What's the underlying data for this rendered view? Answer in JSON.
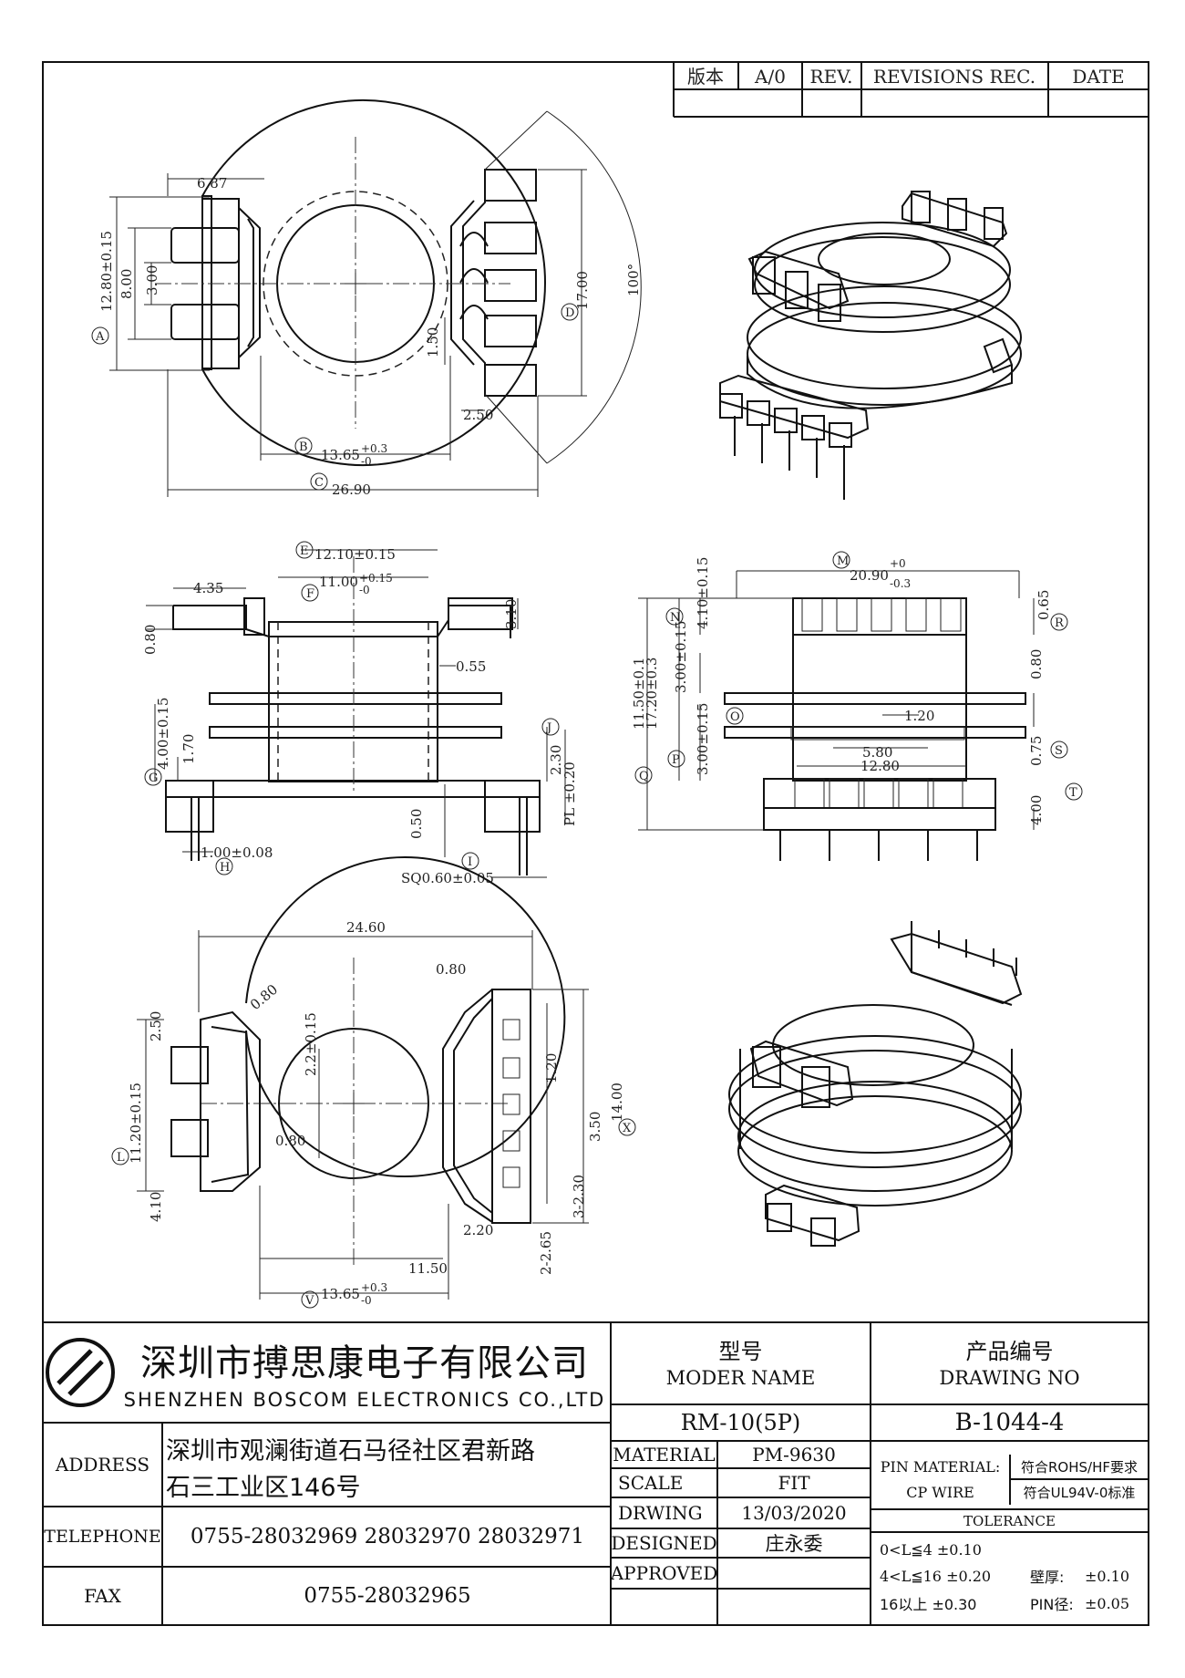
{
  "revision_table": {
    "version_label": "版本",
    "version_value": "A/0",
    "rev_label": "REV.",
    "revisions_label": "REVISIONS REC.",
    "date_label": "DATE"
  },
  "views": {
    "top": {
      "dims": [
        "6.87",
        "12.80±0.15",
        "8.00",
        "3.00",
        "1.50",
        "17.00",
        "100°",
        "2.50",
        "13.65",
        "+0.3",
        "-0",
        "26.90"
      ],
      "markers": [
        "A",
        "B",
        "C",
        "D"
      ]
    },
    "front": {
      "dims": [
        "12.10±0.15",
        "11.00",
        "+0.15",
        "-0",
        "4.35",
        "0.80",
        "3.10",
        "0.55",
        "4.00±0.15",
        "1.70",
        "2.30",
        "PL ±0.20",
        "0.50",
        "1.00±0.08",
        "SQ0.60±0.05"
      ],
      "markers": [
        "E",
        "F",
        "G",
        "H",
        "I",
        "J"
      ]
    },
    "side": {
      "dims": [
        "20.90",
        "+0",
        "-0.3",
        "4.10±0.15",
        "3.00±0.15",
        "3.00±0.15",
        "0.65",
        "0.80",
        "1.20",
        "5.80",
        "12.80",
        "0.75",
        "17.20±0.3",
        "11.50±0.1",
        "4.00"
      ],
      "markers": [
        "M",
        "N",
        "O",
        "P",
        "Q",
        "R",
        "S",
        "T"
      ]
    },
    "bottom": {
      "dims": [
        "24.60",
        "0.80",
        "0.80",
        "2.50",
        "2.2±0.15",
        "11.20±0.15",
        "1.20",
        "3.50",
        "14.00",
        "0.80",
        "4.10",
        "3-2.30",
        "2.20",
        "2-2.65",
        "11.50",
        "13.65",
        "+0.3",
        "-0"
      ],
      "markers": [
        "L",
        "V",
        "X"
      ]
    }
  },
  "title_block": {
    "company_cn": "深圳市搏思康电子有限公司",
    "company_en": "SHENZHEN BOSCOM ELECTRONICS CO.,LTD",
    "model_label_cn": "型号",
    "model_label_en": "MODER NAME",
    "model_value": "RM-10(5P)",
    "drawing_label_cn": "产品编号",
    "drawing_label_en": "DRAWING NO",
    "drawing_value": "B-1044-4",
    "address_label": "ADDRESS",
    "address_line1": "深圳市观澜街道石马径社区君新路",
    "address_line2": "石三工业区146号",
    "telephone_label": "TELEPHONE",
    "telephone_value": "0755-28032969 28032970 28032971",
    "fax_label": "FAX",
    "fax_value": "0755-28032965",
    "material_label": "MATERIAL",
    "material_value": "PM-9630",
    "scale_label": "SCALE",
    "scale_value": "FIT",
    "drwing_label": "DRWING",
    "drwing_value": "13/03/2020",
    "designed_label": "DESIGNED",
    "designed_value": "庄永委",
    "approved_label": "APPROVED",
    "approved_value": "",
    "pin_material_label": "PIN MATERIAL:",
    "pin_material_value": "CP WIRE",
    "spec1": "符合ROHS/HF要求",
    "spec2": "符合UL94V-0标准",
    "tolerance_label": "TOLERANCE",
    "tol1": "0<L≦4 ±0.10",
    "tol2": "4<L≦16 ±0.20",
    "tol3": "16以上 ±0.30",
    "wall_label": "壁厚:",
    "wall_value": "±0.10",
    "pin_dia_label": "PIN径:",
    "pin_dia_value": "±0.05"
  }
}
